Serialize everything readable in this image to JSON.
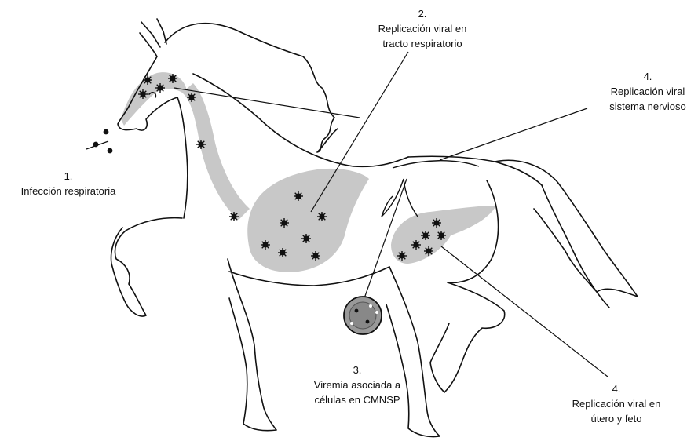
{
  "labels": {
    "step1": {
      "number": "1.",
      "text": "Infección respiratoria"
    },
    "step2": {
      "number": "2.",
      "line1": "Replicación viral en",
      "line2": "tracto respiratorio"
    },
    "step3": {
      "number": "3.",
      "line1": "Viremia asociada a",
      "line2": "células en CMNSP"
    },
    "step4a": {
      "number": "4.",
      "line1": "Replicación viral",
      "line2": "sistema nervioso"
    },
    "step4b": {
      "number": "4.",
      "line1": "Replicación viral en",
      "line2": "útero y feto"
    }
  },
  "colors": {
    "outline": "#111111",
    "shade": "#c8c8c8",
    "virus": "#111111",
    "cell": "#999999"
  },
  "icons": [
    "virus-particle-icon",
    "infected-cell-icon"
  ]
}
